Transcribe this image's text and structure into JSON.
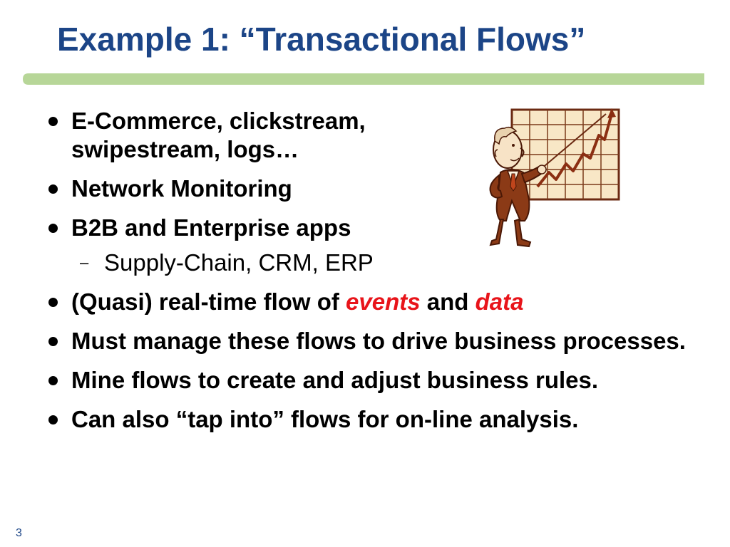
{
  "slide": {
    "title": "Example 1: “Transactional Flows”",
    "number": "3",
    "colors": {
      "title": "#1c4587",
      "accent_bar": "#b7d698",
      "emphasis": "#e8141a"
    }
  },
  "bullets": {
    "b1": "E-Commerce, clickstream, swipestream, logs…",
    "b2": "Network Monitoring",
    "b3": "B2B and Enterprise apps",
    "b3_sub1": "Supply-Chain, CRM, ERP",
    "b4": {
      "prefix": "(Quasi) real-time flow of ",
      "emph1": "events",
      "middle": " and ",
      "emph2": "data"
    },
    "b5": "Must manage these flows to drive business processes.",
    "b6": "Mine flows to create and adjust business rules.",
    "b7": "Can also “tap into” flows for on-line analysis."
  },
  "clipart": {
    "icon": "presenter-with-rising-chart-icon"
  }
}
